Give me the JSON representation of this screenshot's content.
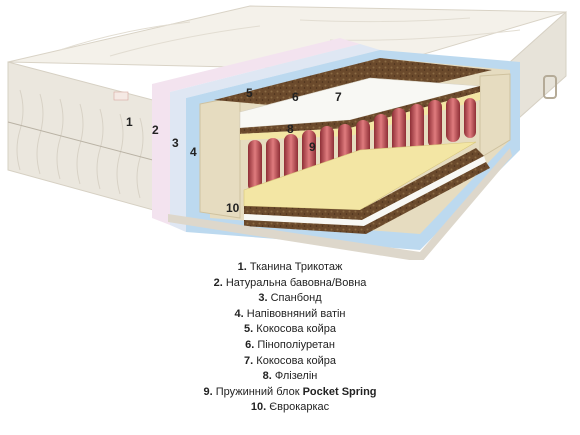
{
  "colors": {
    "cover": "#ece8df",
    "cotton": "#f3e3ef",
    "spunbond": "#dfe7f3",
    "batting": "#bcd9ef",
    "coir": "#6b4a2c",
    "foam": "#f8f8f4",
    "felt": "#f3e6a4",
    "springs": "#c9545a",
    "frame": "#e6dcc0"
  },
  "callouts": [
    "1",
    "2",
    "3",
    "4",
    "5",
    "6",
    "7",
    "8",
    "9",
    "10"
  ],
  "legend": [
    {
      "num": "1.",
      "text": "Тканина Трикотаж",
      "bold": ""
    },
    {
      "num": "2.",
      "text": "Натуральна бавовна/Вовна",
      "bold": ""
    },
    {
      "num": "3.",
      "text": "Спанбонд",
      "bold": ""
    },
    {
      "num": "4.",
      "text": "Напівовняний ватін",
      "bold": ""
    },
    {
      "num": "5.",
      "text": "Кокосова койра",
      "bold": ""
    },
    {
      "num": "6.",
      "text": "Пінополіуретан",
      "bold": ""
    },
    {
      "num": "7.",
      "text": "Кокосова койра",
      "bold": ""
    },
    {
      "num": "8.",
      "text": "Флізелін",
      "bold": ""
    },
    {
      "num": "9.",
      "text": "Пружинний блок ",
      "bold": "Pocket Spring"
    },
    {
      "num": "10.",
      "text": "Єврокаркас",
      "bold": ""
    }
  ]
}
